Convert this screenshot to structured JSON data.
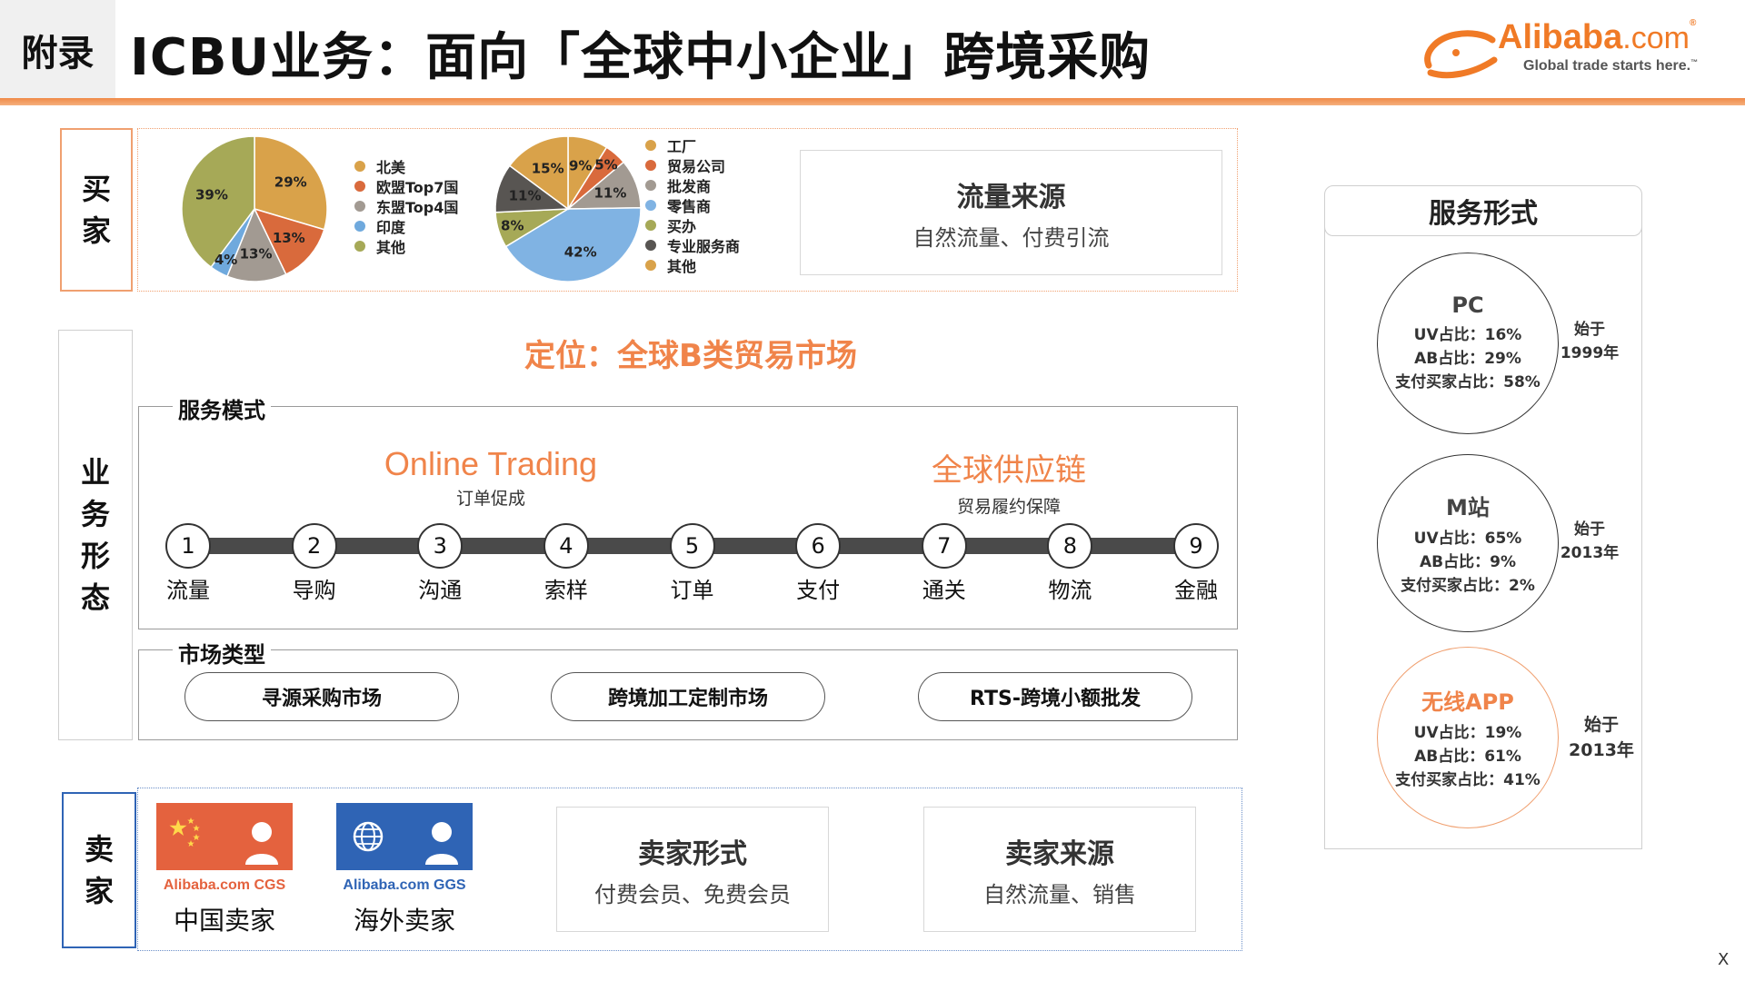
{
  "header": {
    "tag": "附录",
    "title": "ICBU业务：面向「全球中小企业」跨境采购",
    "logo_word": "Alibaba",
    "logo_com": ".com",
    "logo_tm": "®",
    "logo_tagline": "Global trade starts here.",
    "logo_tagline_tm": "™"
  },
  "buyer": {
    "label_chars": [
      "买",
      "家"
    ],
    "region_pie": {
      "slices": [
        {
          "label": "北美",
          "value": 29,
          "color": "#d9a24a",
          "text": "29%"
        },
        {
          "label": "欧盟Top7国",
          "value": 13,
          "color": "#d96a3c",
          "text": "13%"
        },
        {
          "label": "东盟Top4国",
          "value": 13,
          "color": "#a29a92",
          "text": "13%"
        },
        {
          "label": "印度",
          "value": 4,
          "color": "#6fa9dd",
          "text": "4%"
        },
        {
          "label": "其他",
          "value": 39,
          "color": "#a6a957",
          "text": "39%"
        }
      ]
    },
    "type_pie": {
      "slices": [
        {
          "label": "工厂",
          "value": 9,
          "color": "#d9a24a",
          "text": "9%"
        },
        {
          "label": "贸易公司",
          "value": 5,
          "color": "#d96a3c",
          "text": "5%"
        },
        {
          "label": "批发商",
          "value": 11,
          "color": "#a29a92",
          "text": "11%"
        },
        {
          "label": "零售商",
          "value": 42,
          "color": "#80b3e3",
          "text": "42%"
        },
        {
          "label": "买办",
          "value": 8,
          "color": "#a6a957",
          "text": "8%"
        },
        {
          "label": "专业服务商",
          "value": 11,
          "color": "#585552",
          "text": "11%"
        },
        {
          "label": "其他",
          "value": 15,
          "color": "#d9a24a",
          "text": "15%"
        }
      ]
    },
    "traffic": {
      "title": "流量来源",
      "sub": "自然流量、付费引流"
    }
  },
  "business": {
    "label_chars": [
      "业",
      "务",
      "形",
      "态"
    ],
    "positioning": "定位：全球B类贸易市场",
    "service_mode_title": "服务模式",
    "online_trading": {
      "title": "Online Trading",
      "sub": "订单促成"
    },
    "supply_chain": {
      "title": "全球供应链",
      "sub": "贸易履约保障"
    },
    "steps": [
      {
        "num": "1",
        "label": "流量"
      },
      {
        "num": "2",
        "label": "导购"
      },
      {
        "num": "3",
        "label": "沟通"
      },
      {
        "num": "4",
        "label": "索样"
      },
      {
        "num": "5",
        "label": "订单"
      },
      {
        "num": "6",
        "label": "支付"
      },
      {
        "num": "7",
        "label": "通关"
      },
      {
        "num": "8",
        "label": "物流"
      },
      {
        "num": "9",
        "label": "金融"
      }
    ],
    "market_type_title": "市场类型",
    "markets": [
      "寻源采购市场",
      "跨境加工定制市场",
      "RTS-跨境小额批发"
    ]
  },
  "seller": {
    "label_chars": [
      "卖",
      "家"
    ],
    "cgs": {
      "caption": "Alibaba.com CGS",
      "name": "中国卖家",
      "color": "#e4623e"
    },
    "ggs": {
      "caption": "Alibaba.com GGS",
      "name": "海外卖家",
      "color": "#2f64b5"
    },
    "form": {
      "title": "卖家形式",
      "sub": "付费会员、免费会员"
    },
    "source": {
      "title": "卖家来源",
      "sub": "自然流量、销售"
    }
  },
  "service_forms": {
    "title": "服务形式",
    "items": [
      {
        "name": "PC",
        "uv": "UV占比：16%",
        "ab": "AB占比：29%",
        "pay": "支付买家占比：58%",
        "since_1": "始于",
        "since_2": "1999年"
      },
      {
        "name": "M站",
        "uv": "UV占比：65%",
        "ab": "AB占比：9%",
        "pay": "支付买家占比：2%",
        "since_1": "始于",
        "since_2": "2013年"
      },
      {
        "name": "无线APP",
        "uv": "UV占比：19%",
        "ab": "AB占比：61%",
        "pay": "支付买家占比：41%",
        "since_1": "始于",
        "since_2": "2013年"
      }
    ]
  },
  "corner_mark": "X"
}
